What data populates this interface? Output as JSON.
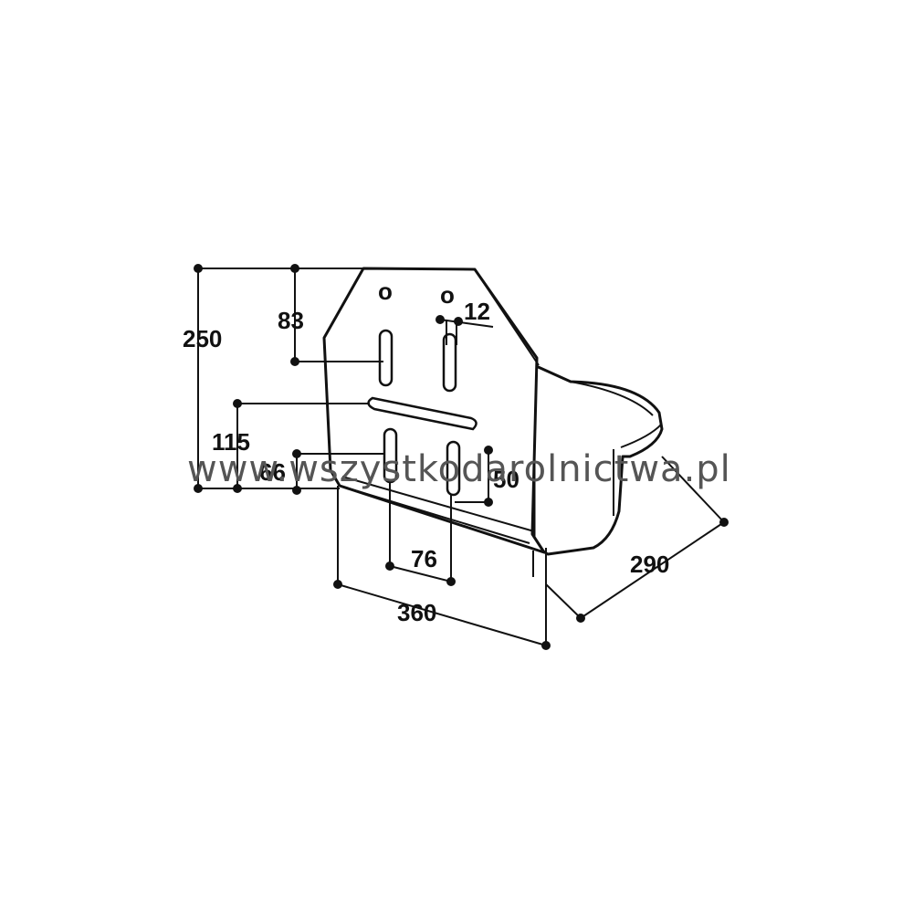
{
  "dimensions": {
    "height_total": "250",
    "hole_offset_top": "83",
    "horizontal_slot_height": "115",
    "lower_slot_offset": "66",
    "hole_diameter": "12",
    "lower_slot_length": "50",
    "slot_spacing": "76",
    "width": "360",
    "depth": "290"
  },
  "hole_labels": {
    "left": "o",
    "right": "o"
  },
  "watermark": "www.wszystkodarolnictwa.pl"
}
